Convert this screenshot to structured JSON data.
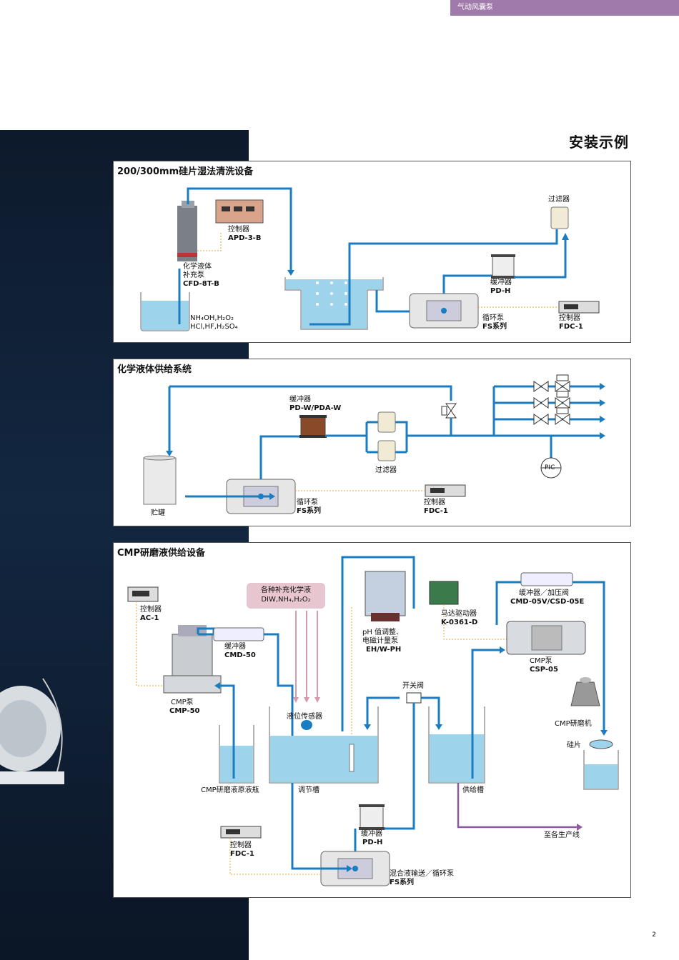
{
  "header": {
    "category": "气动风囊泵"
  },
  "page_title": "安装示例",
  "page_number": "2",
  "panel1": {
    "title": "200/300mm硅片湿法清洗设备",
    "controller": {
      "name": "控制器",
      "model": "APD-3-B"
    },
    "refill_pump": {
      "name": "化学液体",
      "name2": "补充泵",
      "model": "CFD-8T-B"
    },
    "chemicals": {
      "line1": "NH₄OH,H₂O₂",
      "line2": "HCl,HF,H₂SO₄"
    },
    "filter": {
      "name": "过滤器"
    },
    "damper": {
      "name": "缓冲器",
      "model": "PD-H"
    },
    "circ_pump": {
      "name": "循环泵",
      "model": "FS系列"
    },
    "fdc": {
      "name": "控制器",
      "model": "FDC-1"
    }
  },
  "panel2": {
    "title": "化学液体供给系统",
    "damper": {
      "name": "缓冲器",
      "model": "PD-W/PDA-W"
    },
    "filter": {
      "name": "过滤器"
    },
    "tank": {
      "name": "贮罐"
    },
    "circ_pump": {
      "name": "循环泵",
      "model": "FS系列"
    },
    "fdc": {
      "name": "控制器",
      "model": "FDC-1"
    },
    "pic": "PIC"
  },
  "panel3": {
    "title": "CMP研磨液供给设备",
    "ac1": {
      "name": "控制器",
      "model": "AC-1"
    },
    "chem_box": {
      "line1": "各种补充化学液",
      "line2": "DIW,NH₄,H₂O₂"
    },
    "ph_pump": {
      "name": "pH 值调整、",
      "name2": "电磁计量泵",
      "model": "EH/W-PH"
    },
    "motor_driver": {
      "name": "马达驱动器",
      "model": "K-0361-D"
    },
    "damper_top": {
      "name": "缓冲器／加压阀",
      "model": "CMD-05V/CSD-05E"
    },
    "cmd50": {
      "name": "缓冲器",
      "model": "CMD-50"
    },
    "cmp_pump": {
      "name": "CMP泵",
      "model": "CMP-50"
    },
    "csp_pump": {
      "name": "CMP泵",
      "model": "CSP-05"
    },
    "level_sensor": "液位传感器",
    "valve": "开关阀",
    "cmp_machine": "CMP研磨机",
    "wafer": "硅片",
    "raw_bottle": "CMP研磨液原液瓶",
    "adjust_tank": "调节槽",
    "supply_tank": "供给槽",
    "pd_h": {
      "name": "缓冲器",
      "model": "PD-H"
    },
    "to_line": "至各生产线",
    "fdc": {
      "name": "控制器",
      "model": "FDC-1"
    },
    "mix_pump": {
      "name": "混合液输送／循环泵",
      "model": "FS系列"
    }
  }
}
